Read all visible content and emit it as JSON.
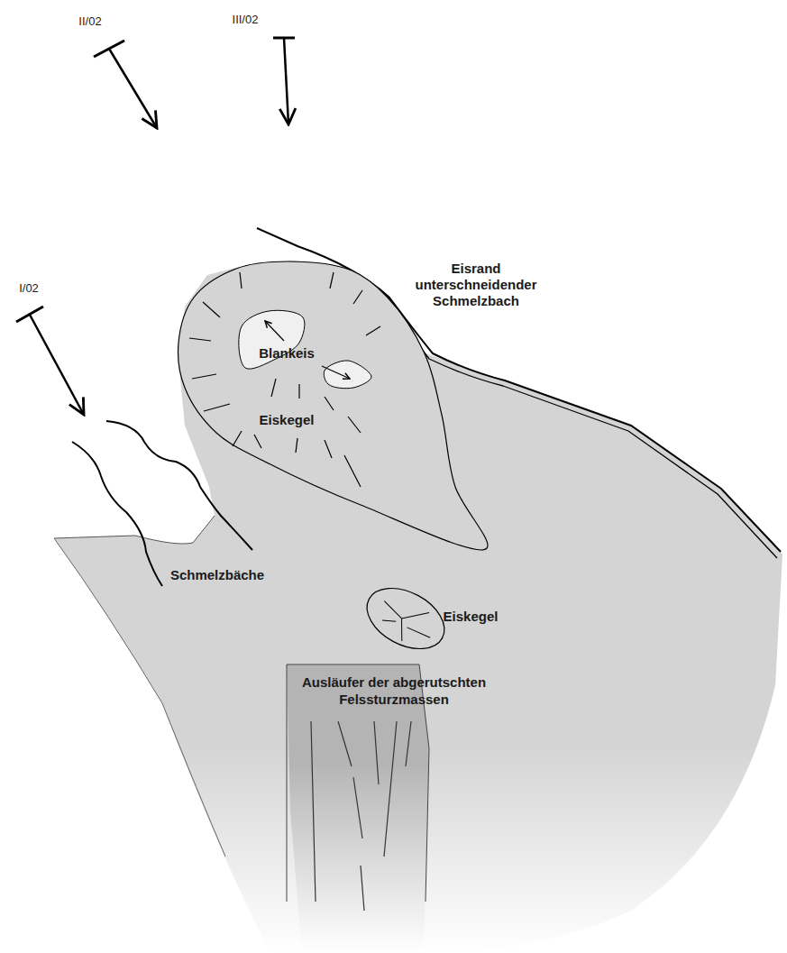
{
  "diagram": {
    "nodes": [
      {
        "text": [
          "Blankeis",
          "Eiskegel"
        ]
      },
      {
        "text": [
          "Eiskegel"
        ]
      },
      {
        "text": [
          "Ausläufer der abgerutschten Felssturzmassen"
        ]
      }
    ],
    "labels": [
      "II/02",
      "III/02",
      "Eisrand unterschneidender Schmelzbach",
      "I/02",
      "Schmelzbäche"
    ]
  }
}
